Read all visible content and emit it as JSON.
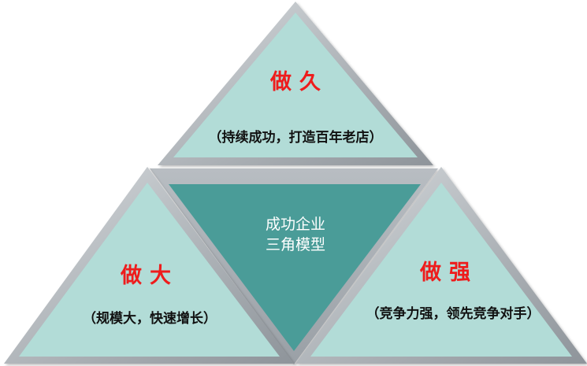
{
  "colors": {
    "frame_outer": "#9aa0a6",
    "frame_inner": "#c8ccd0",
    "triangle_fill": "#b2dcd7",
    "center_fill": "#4a9c98",
    "title_color": "#ee1c1c",
    "subtitle_color": "#111111",
    "center_text_color": "#ffffff"
  },
  "top": {
    "title": "做久",
    "subtitle": "（持续成功，打造百年老店）"
  },
  "left": {
    "title": "做大",
    "subtitle": "（规模大，快速增长）"
  },
  "right": {
    "title": "做强",
    "subtitle": "（竞争力强，领先竞争对手）"
  },
  "center": {
    "line1": "成功企业",
    "line2": "三角模型"
  }
}
